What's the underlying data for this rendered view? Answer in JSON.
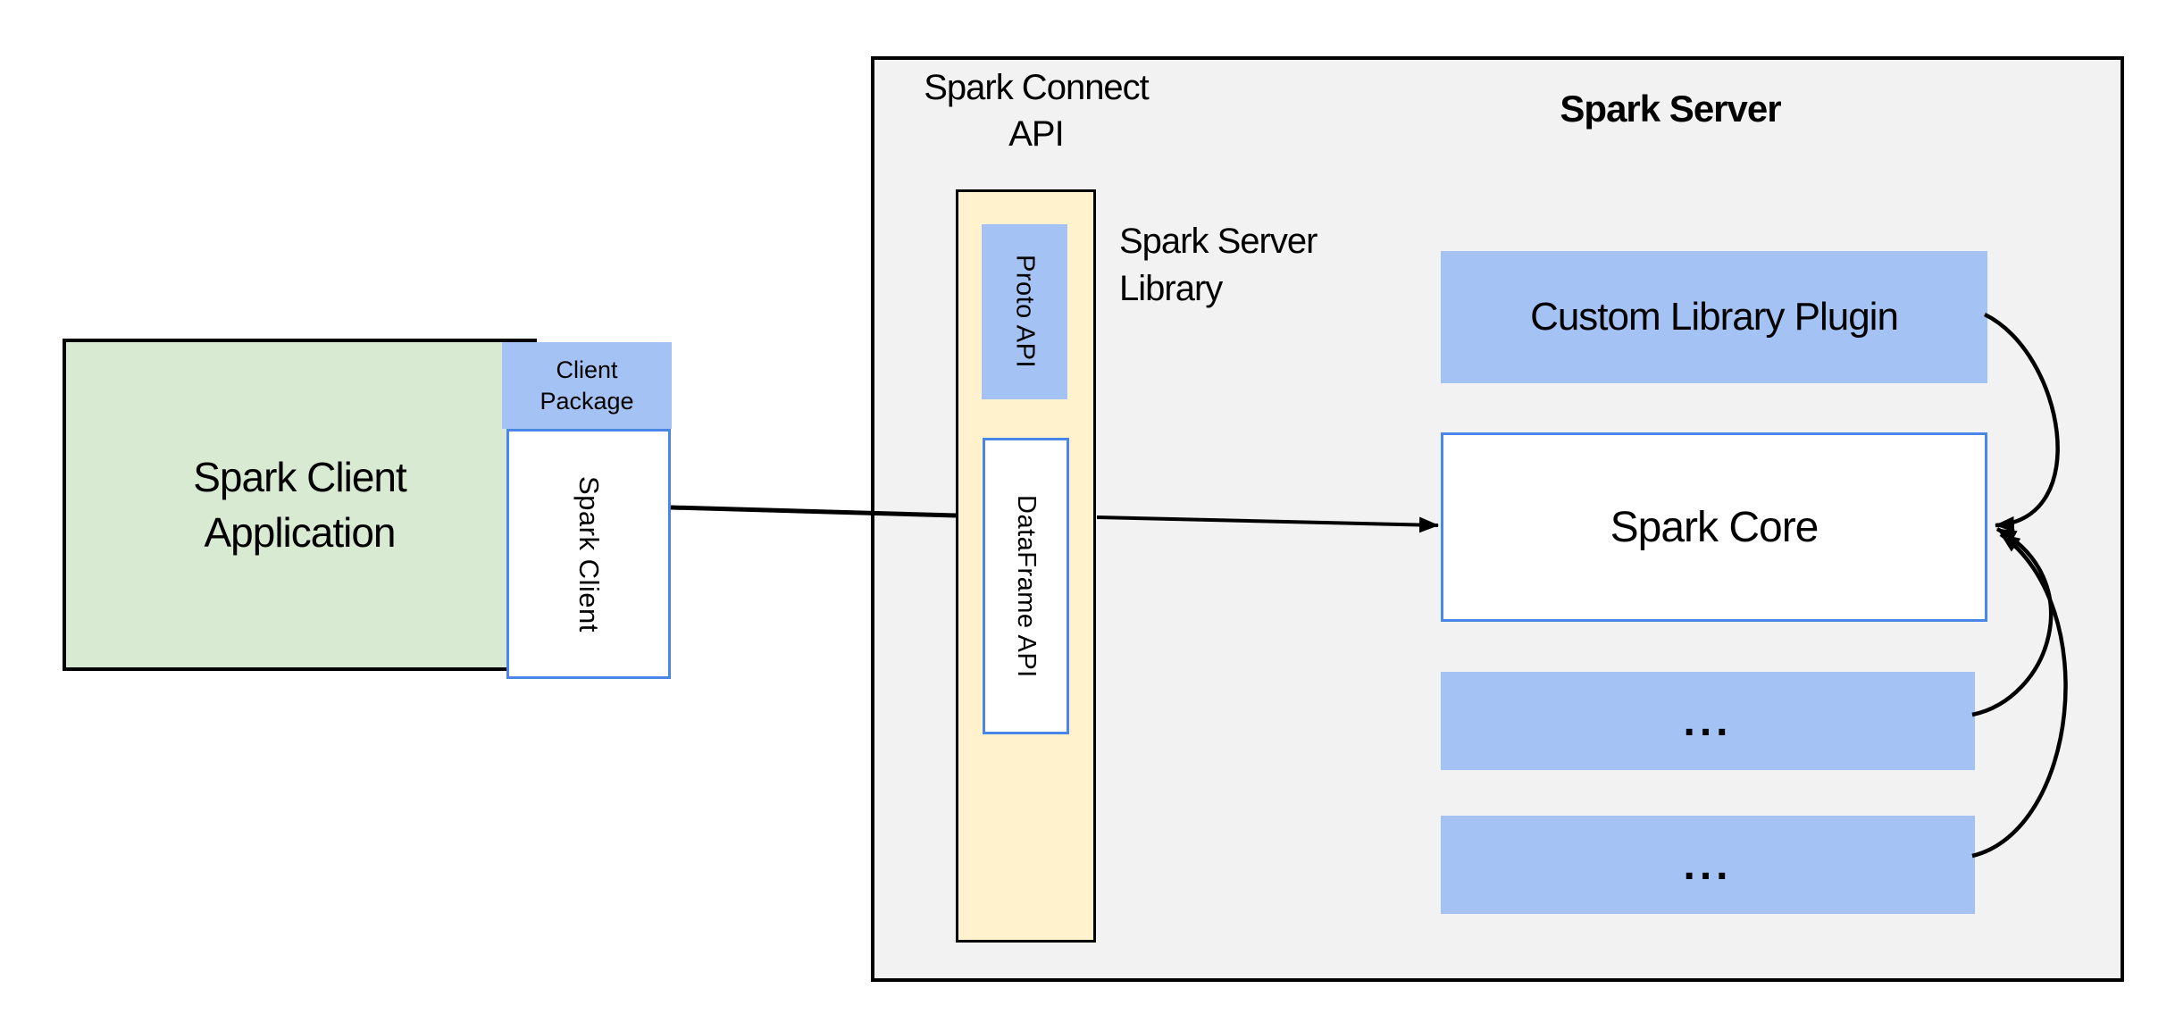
{
  "client": {
    "app_label": "Spark Client Application",
    "package_label": "Client Package",
    "client_label": "Spark Client"
  },
  "connect": {
    "title": "Spark Connect API",
    "server_library_label": "Spark Server Library",
    "proto_label": "Proto API",
    "dataframe_label": "DataFrame API"
  },
  "server": {
    "title": "Spark Server",
    "plugin_label": "Custom Library Plugin",
    "core_label": "Spark Core",
    "more_label_1": "...",
    "more_label_2": "..."
  },
  "colors": {
    "box_blue_fill": "#a4c2f4",
    "box_green_fill": "#d9ead3",
    "box_yellow_fill": "#fff2cc",
    "panel_gray_fill": "#f2f2f2",
    "border_blue": "#4a86e8",
    "border_black": "#000000",
    "arrow_black": "#000000",
    "text_black": "#000000"
  }
}
